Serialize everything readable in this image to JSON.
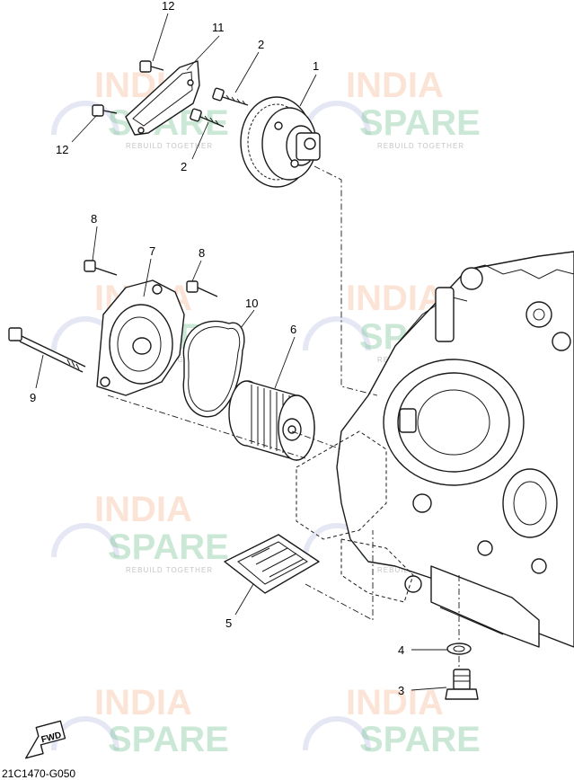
{
  "diagram_code": "21C1470-G050",
  "direction_label": "FWD",
  "watermark": {
    "line1": "INDIA",
    "line2": "SPARE",
    "tagline": "REBUILD TOGETHER"
  },
  "callouts": {
    "c1": "1",
    "c2a": "2",
    "c2b": "2",
    "c3": "3",
    "c4": "4",
    "c5": "5",
    "c6": "6",
    "c7": "7",
    "c8a": "8",
    "c8b": "8",
    "c9": "9",
    "c10": "10",
    "c11": "11",
    "c12a": "12",
    "c12b": "12"
  }
}
